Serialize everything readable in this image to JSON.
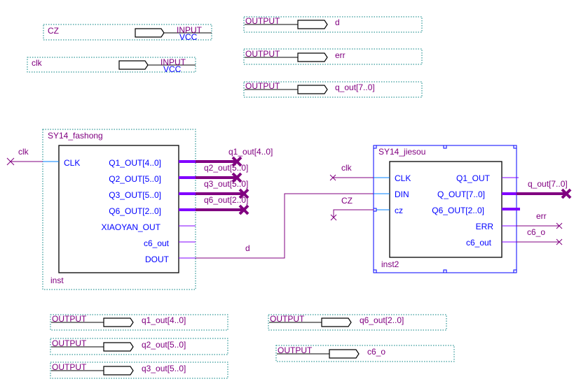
{
  "inputs": [
    {
      "name": "CZ",
      "type": "INPUT",
      "default": "VCC"
    },
    {
      "name": "clk",
      "type": "INPUT",
      "default": "VCC"
    }
  ],
  "outputs": [
    {
      "name": "d",
      "type": "OUTPUT"
    },
    {
      "name": "err",
      "type": "OUTPUT"
    },
    {
      "name": "q_out[7..0]",
      "type": "OUTPUT"
    },
    {
      "name": "q1_out[4..0]",
      "type": "OUTPUT"
    },
    {
      "name": "q2_out[5..0]",
      "type": "OUTPUT"
    },
    {
      "name": "q3_out[5..0]",
      "type": "OUTPUT"
    },
    {
      "name": "q6_out[2..0]",
      "type": "OUTPUT"
    },
    {
      "name": "c6_o",
      "type": "OUTPUT"
    }
  ],
  "block1": {
    "title": "SY14_fashong",
    "instance": "inst",
    "in_ports": [
      "CLK"
    ],
    "out_ports": [
      "Q1_OUT[4..0]",
      "Q2_OUT[5..0]",
      "Q3_OUT[5..0]",
      "Q6_OUT[2..0]",
      "XIAOYAN_OUT",
      "c6_out",
      "DOUT"
    ]
  },
  "block2": {
    "title": "SY14_jiesou",
    "instance": "inst2",
    "in_ports": [
      "CLK",
      "DIN",
      "cz"
    ],
    "out_ports": [
      "Q1_OUT",
      "Q_OUT[7..0]",
      "Q6_OUT[2..0]",
      "ERR",
      "c6_out"
    ]
  },
  "nets": {
    "clk1": "clk",
    "q1": "q1_out[4..0]",
    "q2": "q2_out[5..0]",
    "q3": "q3_out[5..0]",
    "q6": "q6_out[2..0]",
    "d": "d",
    "clk2": "clk",
    "cz": "CZ",
    "qout": "q_out[7..0]",
    "err": "err",
    "c6o": "c6_o"
  },
  "colors": {
    "wire": "#800080",
    "port": "#8000ff",
    "label": "#0000ff",
    "frame": "#008080"
  }
}
